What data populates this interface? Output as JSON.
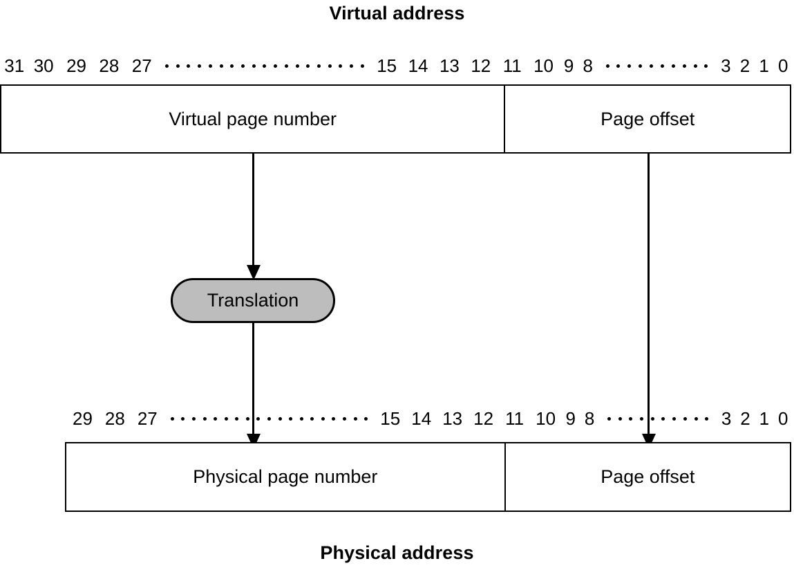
{
  "diagram": {
    "title_top": "Virtual address",
    "title_bottom": "Physical address",
    "colors": {
      "stroke": "#000000",
      "background": "#ffffff",
      "translation_fill": "#bdbdbd"
    }
  },
  "virtual_address": {
    "bit_labels_left": [
      "31",
      "30",
      "29",
      "28",
      "27"
    ],
    "bit_labels_mid": [
      "15",
      "14",
      "13",
      "12",
      "11",
      "10",
      "9",
      "8"
    ],
    "bit_labels_right": [
      "3",
      "2",
      "1",
      "0"
    ],
    "ellipsis_left_dots": 19,
    "ellipsis_right_dots": 10,
    "fields": [
      {
        "label": "Virtual page number",
        "bits": "31-12"
      },
      {
        "label": "Page offset",
        "bits": "11-0"
      }
    ]
  },
  "physical_address": {
    "bit_labels_left": [
      "29",
      "28",
      "27"
    ],
    "bit_labels_mid": [
      "15",
      "14",
      "13",
      "12",
      "11",
      "10",
      "9",
      "8"
    ],
    "bit_labels_right": [
      "3",
      "2",
      "1",
      "0"
    ],
    "ellipsis_left_dots": 19,
    "ellipsis_right_dots": 10,
    "fields": [
      {
        "label": "Physical page number",
        "bits": "29-12"
      },
      {
        "label": "Page offset",
        "bits": "11-0"
      }
    ]
  },
  "translation": {
    "label": "Translation"
  }
}
